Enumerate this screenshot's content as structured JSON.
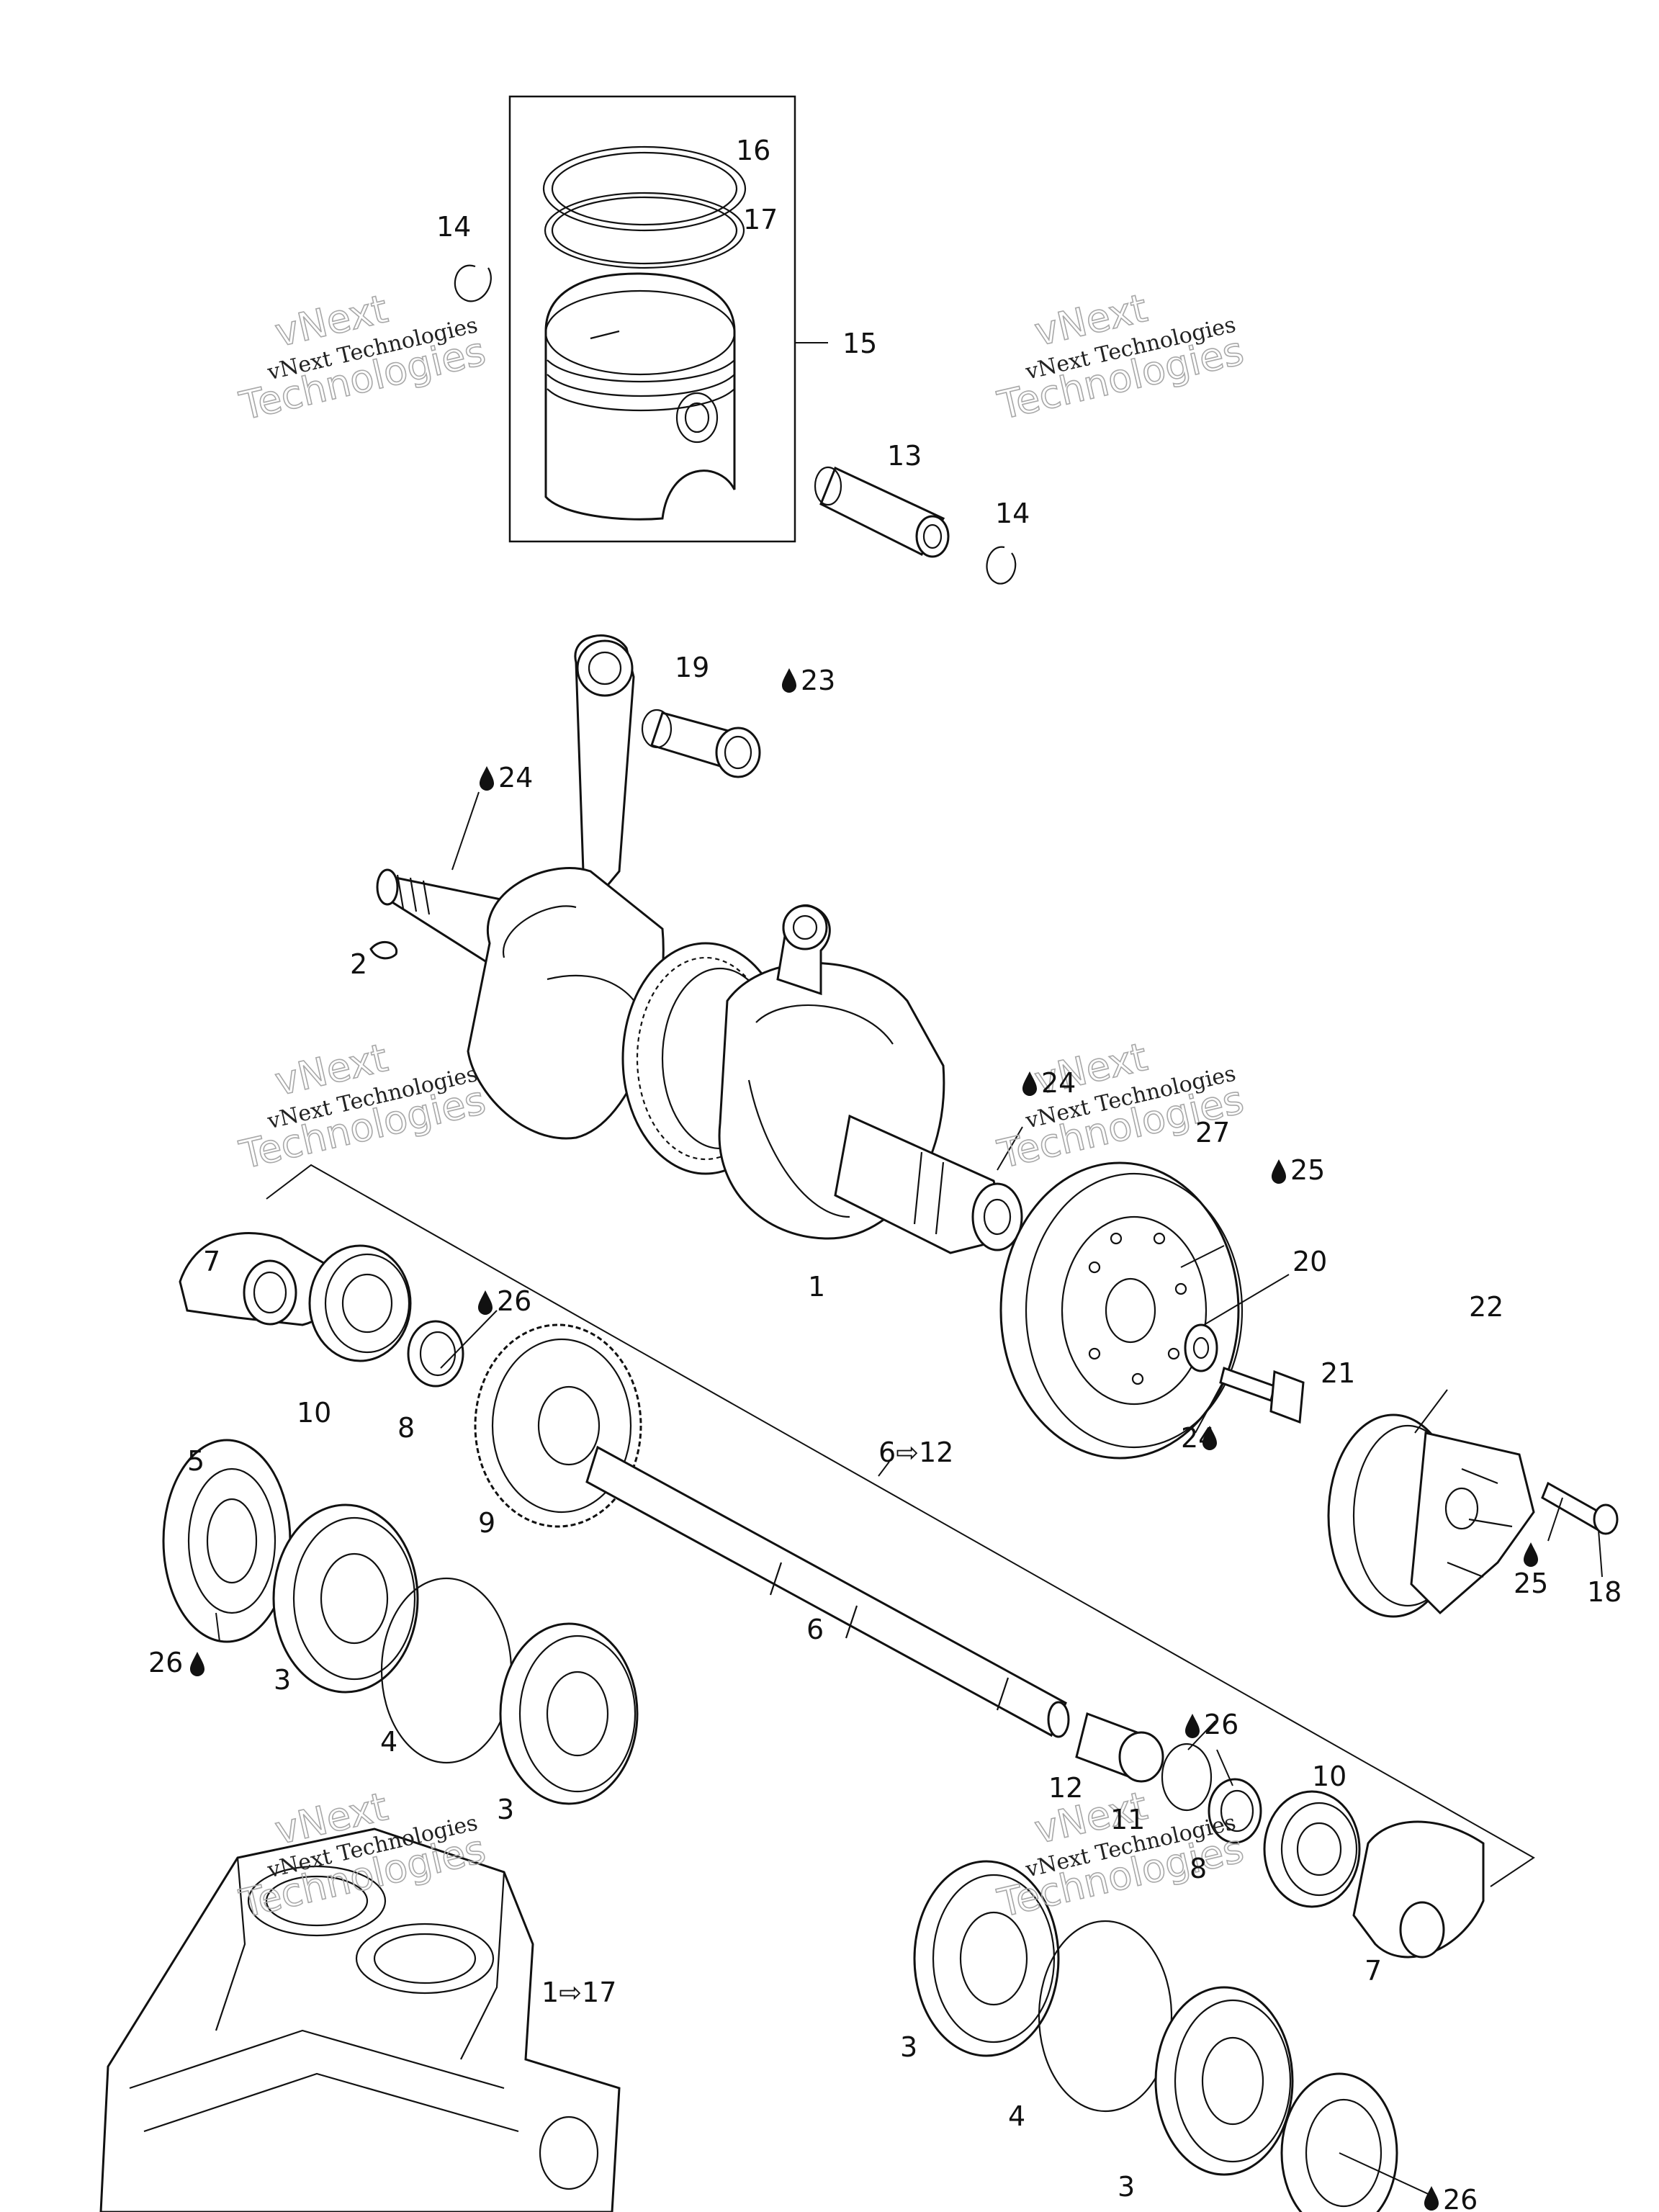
{
  "callouts": [
    {
      "id": "c16",
      "text": "16"
    },
    {
      "id": "c17",
      "text": "17"
    },
    {
      "id": "c14a",
      "text": "14"
    },
    {
      "id": "c15",
      "text": "15"
    },
    {
      "id": "c13",
      "text": "13"
    },
    {
      "id": "c14b",
      "text": "14"
    },
    {
      "id": "c19",
      "text": "19"
    },
    {
      "id": "c23",
      "text": "23"
    },
    {
      "id": "c24a",
      "text": "24"
    },
    {
      "id": "c2",
      "text": "2"
    },
    {
      "id": "c24b",
      "text": "24"
    },
    {
      "id": "c27",
      "text": "27"
    },
    {
      "id": "c25a",
      "text": "25"
    },
    {
      "id": "c7a",
      "text": "7"
    },
    {
      "id": "c1",
      "text": "1"
    },
    {
      "id": "c26a",
      "text": "26"
    },
    {
      "id": "c20",
      "text": "20"
    },
    {
      "id": "c22",
      "text": "22"
    },
    {
      "id": "c10a",
      "text": "10"
    },
    {
      "id": "c8a",
      "text": "8"
    },
    {
      "id": "c21",
      "text": "21"
    },
    {
      "id": "c5",
      "text": "5"
    },
    {
      "id": "c6to12",
      "text": "6⇨12"
    },
    {
      "id": "c24c",
      "text": "24"
    },
    {
      "id": "c9",
      "text": "9"
    },
    {
      "id": "c25b",
      "text": "25"
    },
    {
      "id": "c18",
      "text": "18"
    },
    {
      "id": "c26b",
      "text": "26"
    },
    {
      "id": "c3a",
      "text": "3"
    },
    {
      "id": "c6",
      "text": "6"
    },
    {
      "id": "c4a",
      "text": "4"
    },
    {
      "id": "c26c",
      "text": "26"
    },
    {
      "id": "c3b",
      "text": "3"
    },
    {
      "id": "c12",
      "text": "12"
    },
    {
      "id": "c11",
      "text": "11"
    },
    {
      "id": "c10b",
      "text": "10"
    },
    {
      "id": "c8b",
      "text": "8"
    },
    {
      "id": "c1to17",
      "text": "1⇨17"
    },
    {
      "id": "c7b",
      "text": "7"
    },
    {
      "id": "c3c",
      "text": "3"
    },
    {
      "id": "c4b",
      "text": "4"
    },
    {
      "id": "c3d",
      "text": "3"
    },
    {
      "id": "c26d",
      "text": "26"
    }
  ],
  "watermark": {
    "line1": "vNext Technologies",
    "line2a": "vNext",
    "line2b": "Technologies"
  },
  "icons": {
    "lubricant": "oil-drop-icon",
    "range_arrow": "right-arrow-icon"
  }
}
